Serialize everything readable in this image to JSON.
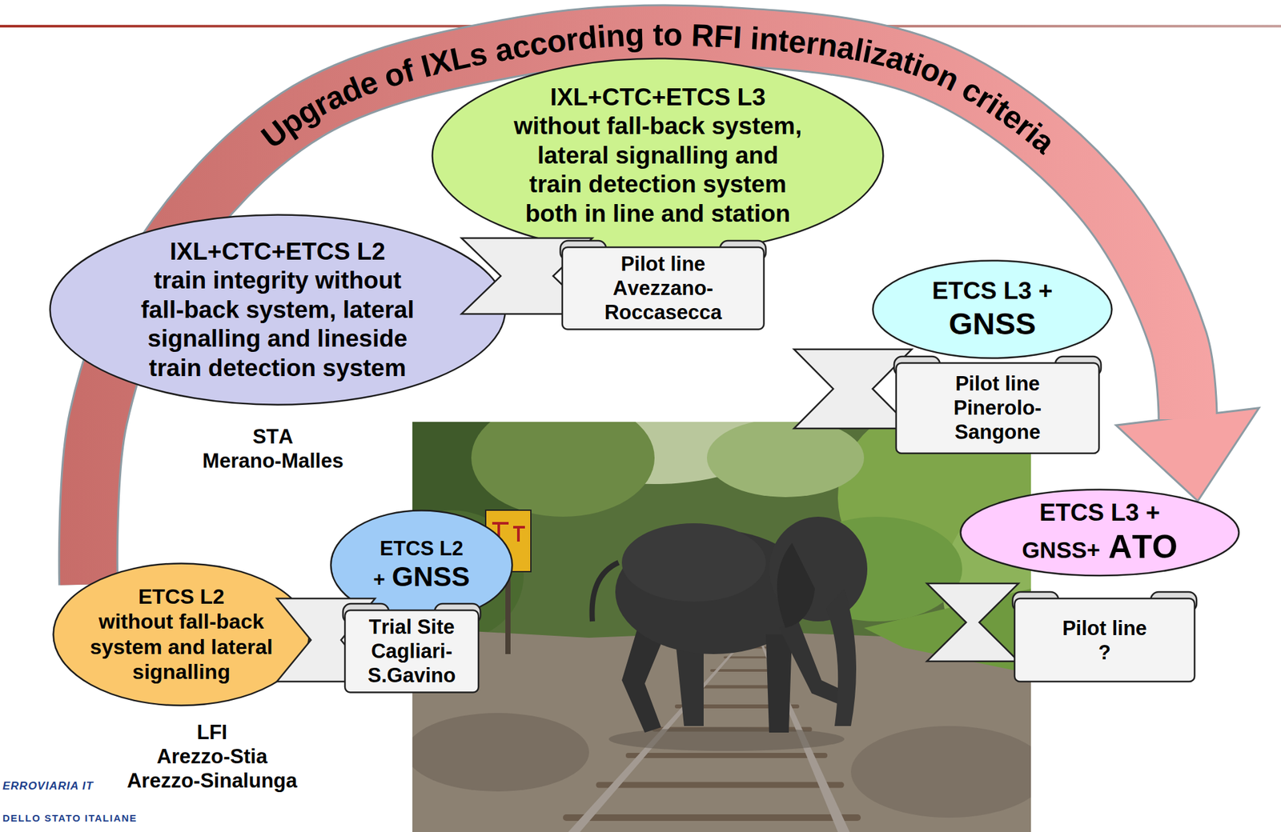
{
  "diagram": {
    "nodes": [
      {
        "text": [
          "ETCS L2",
          "without fall-back system and lateral signalling"
        ]
      },
      {
        "text": [
          "LFI",
          "Arezzo-Stia Arezzo-Sinalunga"
        ]
      },
      {
        "text": [
          "ETCS L2",
          "+",
          "GNSS"
        ]
      },
      {
        "text": [
          "Trial Site Cagliari-S.Gavino"
        ]
      },
      {
        "text": [
          "IXL+CTC+ETCS L2",
          "train integrity without fall-back system, lateral signalling and lineside train detection system"
        ]
      },
      {
        "text": [
          "STA",
          "Merano-Malles"
        ]
      },
      {
        "text": [
          "IXL+CTC+ETCS L3",
          "without fall-back system, lateral signalling and train detection system both in line and station"
        ]
      },
      {
        "text": [
          "Pilot line Avezzano-Roccasecca"
        ]
      },
      {
        "text": [
          "ETCS L3 +",
          "GNSS"
        ]
      },
      {
        "text": [
          "Pilot line Pinerolo-Sangone"
        ]
      },
      {
        "text": [
          "ETCS L3 +",
          "GNSS+",
          "ATO"
        ]
      },
      {
        "text": [
          "Pilot line ?"
        ]
      }
    ],
    "edges": [
      {
        "from": 0,
        "to": 10,
        "label": "Upgrade of IXLs according to RFI internalization criteria",
        "arrow": "to"
      }
    ],
    "labels": [
      "ERROVIARIA IT",
      "DELLO STATO ITALIANE"
    ]
  }
}
